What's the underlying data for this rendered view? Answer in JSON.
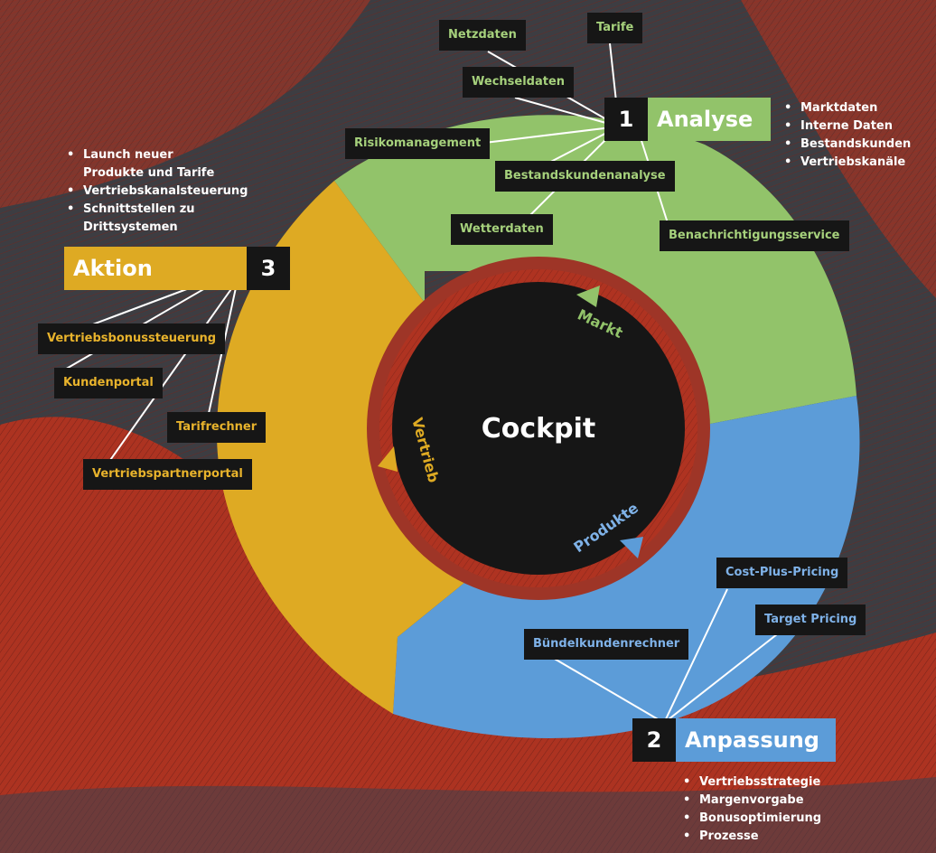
{
  "colors": {
    "analyse": "#92c36a",
    "anpassung": "#5c9cd8",
    "aktion": "#deaa23",
    "background_red": "#b8331f",
    "background_dark": "#3a3a3e",
    "center": "#161616"
  },
  "center": {
    "title": "Cockpit"
  },
  "inner_arrows": {
    "markt": "Markt",
    "produkte": "Produkte",
    "vertrieb": "Vertrieb"
  },
  "stages": {
    "analyse": {
      "number": "1",
      "title": "Analyse",
      "bullets": [
        "Marktdaten",
        "Interne Daten",
        "Bestandskunden",
        "Vertriebskanäle"
      ],
      "labels": [
        "Netzdaten",
        "Tarife",
        "Wechseldaten",
        "Risikomanagement",
        "Bestandskundenanalyse",
        "Wetterdaten",
        "Benachrichtigungsservice"
      ]
    },
    "anpassung": {
      "number": "2",
      "title": "Anpassung",
      "bullets": [
        "Vertriebsstrategie",
        "Margenvorgabe",
        "Bonusoptimierung",
        "Prozesse"
      ],
      "labels": [
        "Cost-Plus-Pricing",
        "Target Pricing",
        "Bündelkundenrechner"
      ]
    },
    "aktion": {
      "number": "3",
      "title": "Aktion",
      "bullets": [
        "Launch neuer Produkte und Tarife",
        "Vertriebskanalsteuerung",
        "Schnittstellen zu Drittsystemen"
      ],
      "labels": [
        "Vertriebsbonussteuerung",
        "Kundenportal",
        "Tarifrechner",
        "Vertriebspartnerportal"
      ]
    }
  }
}
